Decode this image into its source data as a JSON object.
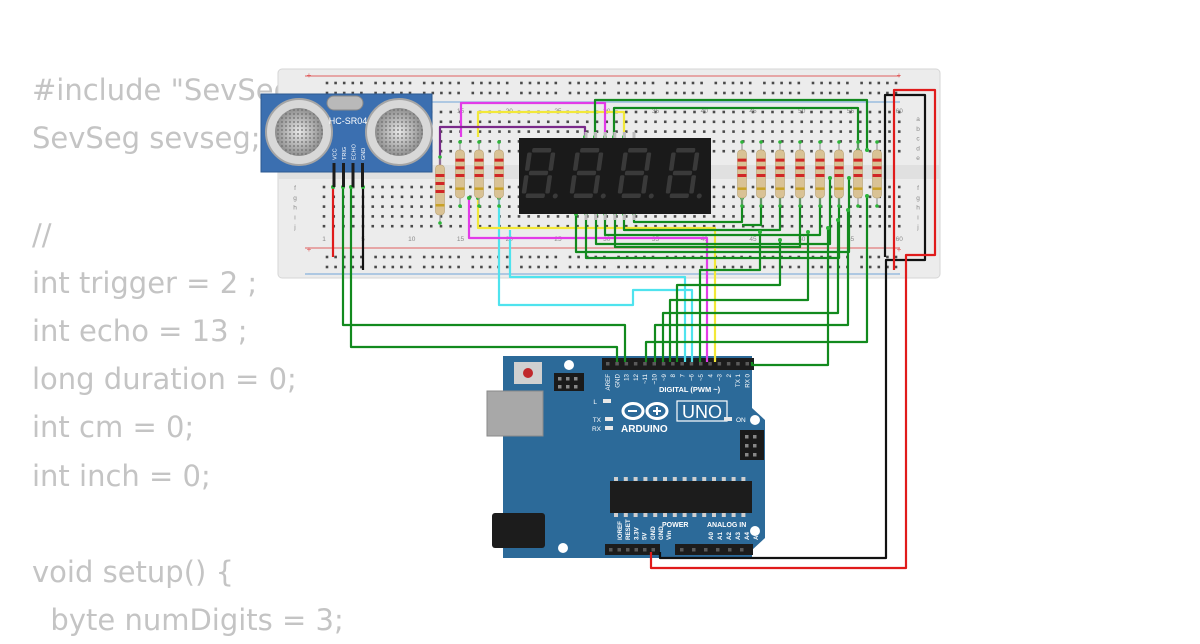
{
  "code": {
    "lines": [
      "#include \"SevSeg.h\"",
      "SevSeg sevseg;",
      "",
      "//",
      "int trigger = 2 ;",
      "int echo = 13 ;",
      "long duration = 0;",
      "int cm = 0;",
      "int inch = 0;",
      "",
      "void setup() {",
      "  byte numDigits = 3;"
    ]
  },
  "breadboard": {
    "column_numbers_top": [
      "15",
      "20",
      "25",
      "30",
      "35",
      "40",
      "45",
      "50",
      "55",
      "60"
    ],
    "column_numbers_bottom": [
      "1",
      "5",
      "10",
      "15",
      "20",
      "25",
      "30",
      "35",
      "40",
      "45",
      "50",
      "55",
      "60"
    ],
    "row_letters_top": [
      "a",
      "b",
      "c",
      "d",
      "e"
    ],
    "row_letters_bottom": [
      "f",
      "g",
      "h",
      "i",
      "j"
    ],
    "plus_sign": "+",
    "minus_sign": "-"
  },
  "sensor": {
    "model": "HC-SR04",
    "pins": [
      "VCC",
      "TRIG",
      "ECHO",
      "GND"
    ]
  },
  "display": {
    "digits": [
      "8.",
      "8.",
      "8.",
      "8."
    ]
  },
  "arduino": {
    "brand": "ARDUINO",
    "model": "UNO",
    "digital_label": "DIGITAL (PWM ~)",
    "digital_pins": [
      "AREF",
      "GND",
      "13",
      "12",
      "~11",
      "~10",
      "~9",
      "8",
      "7",
      "~6",
      "~5",
      "4",
      "~3",
      "2",
      "TX 1",
      "RX 0"
    ],
    "led_l": "L",
    "led_tx": "TX",
    "led_rx": "RX",
    "led_on": "ON",
    "power_label": "POWER",
    "power_pins": [
      "IOREF",
      "RESET",
      "3.3V",
      "5V",
      "GND",
      "GND",
      "Vin"
    ],
    "analog_label": "ANALOG IN",
    "analog_pins": [
      "A0",
      "A1",
      "A2",
      "A3",
      "A4",
      "A5"
    ]
  },
  "colors": {
    "code_text": "#c4c4c4",
    "breadboard": "#ececec",
    "board": "#2c6a99",
    "sensor": "#3b6fb0",
    "display": "#1a1a1a",
    "segment_off": "#3a3a3a",
    "wire_green": "#128a1e",
    "wire_red": "#e01b1b",
    "wire_black": "#111111",
    "wire_cyan": "#4fe3ee",
    "wire_yellow": "#f2e838",
    "wire_magenta": "#e23be8",
    "wire_purple": "#7a2a8a"
  }
}
